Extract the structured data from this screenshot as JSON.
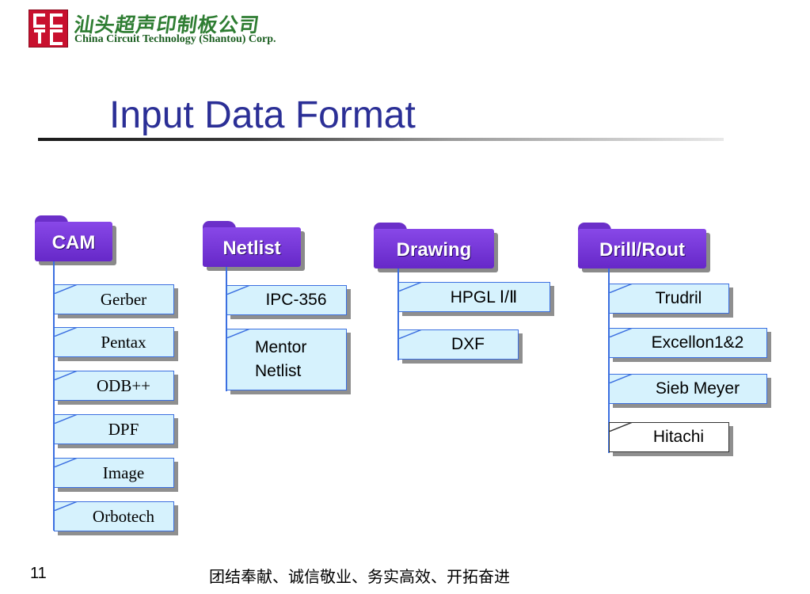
{
  "header": {
    "company_cn": "汕头超声印制板公司",
    "company_en": "China Circuit Technology (Shantou) Corp.",
    "logo_letters": [
      "CC",
      "TC"
    ]
  },
  "slide": {
    "title": "Input Data Format",
    "page_number": "11",
    "slogan": "团结奉献、诚信敬业、务实高效、开拓奋进"
  },
  "groups": [
    {
      "label": "CAM",
      "items": [
        "Gerber",
        "Pentax",
        "ODB++",
        "DPF",
        "Image",
        "Orbotech"
      ]
    },
    {
      "label": "Netlist",
      "items": [
        "IPC-356",
        "Mentor Netlist"
      ]
    },
    {
      "label": "Drawing",
      "items": [
        "HPGL Ⅰ/Ⅱ",
        "DXF"
      ]
    },
    {
      "label": "Drill/Rout",
      "items": [
        "Trudril",
        "Excellon1&2",
        "Sieb Meyer",
        "Hitachi"
      ]
    }
  ],
  "colors": {
    "title": "#2b2f96",
    "folder": "#6b2fc9",
    "card_fill": "#d6f2fd",
    "connector": "#3b6fe0",
    "logo_red": "#c8102e",
    "logo_green": "#2e7d32"
  }
}
